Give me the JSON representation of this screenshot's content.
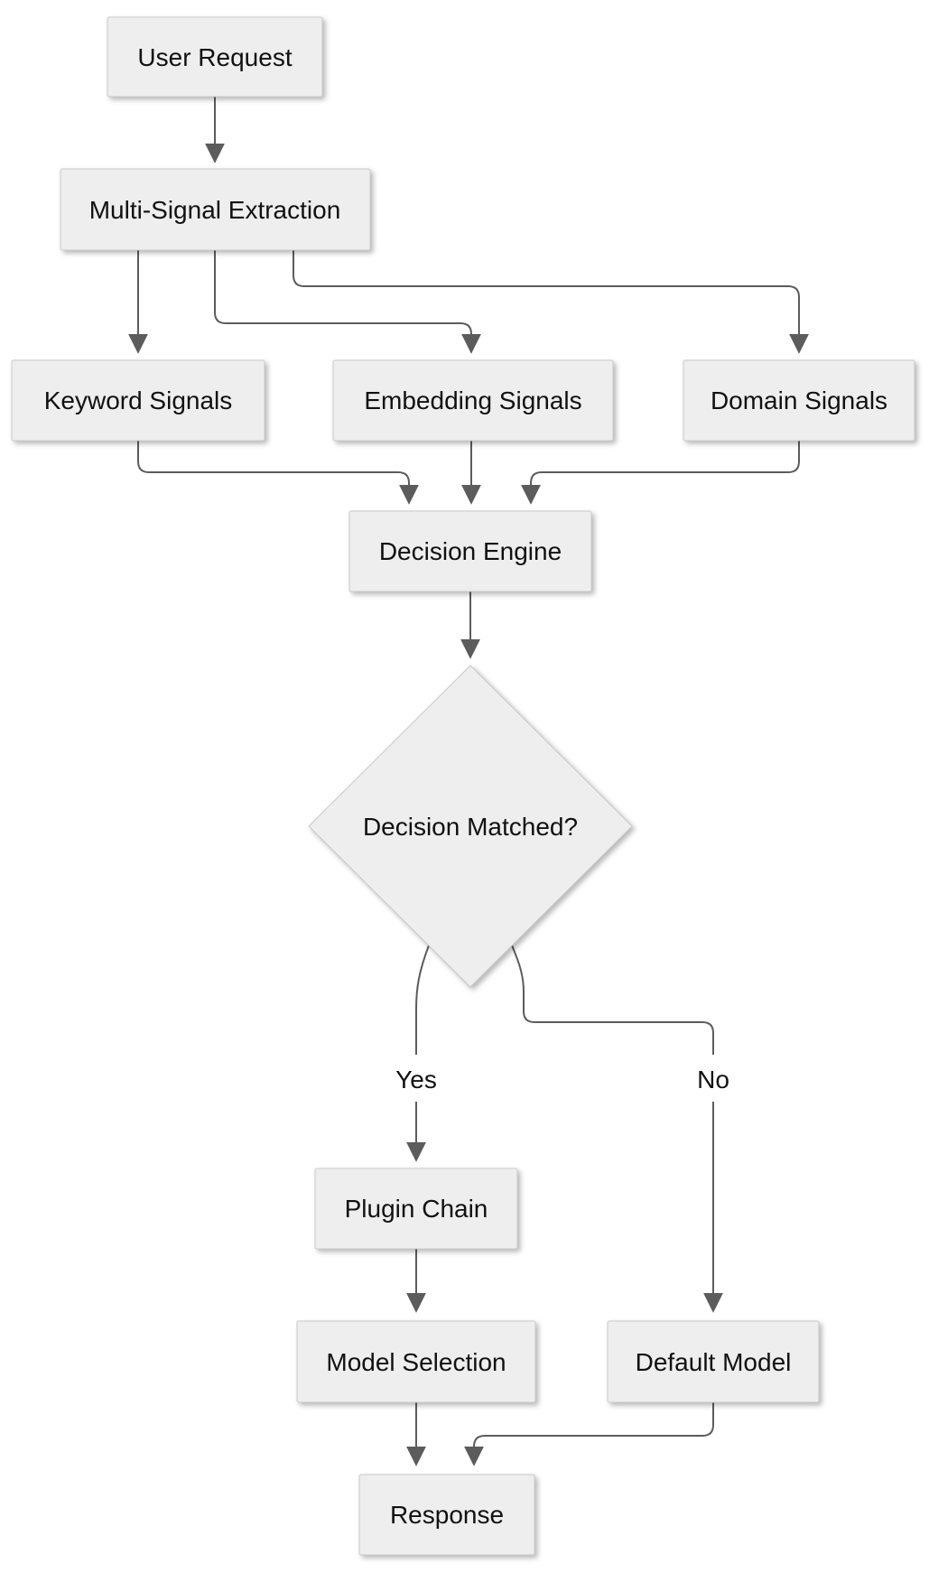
{
  "diagram": {
    "type": "flowchart",
    "direction": "top-down",
    "nodes": [
      {
        "id": "user-request",
        "label": "User Request",
        "shape": "rect"
      },
      {
        "id": "multi-signal-extraction",
        "label": "Multi-Signal Extraction",
        "shape": "rect"
      },
      {
        "id": "keyword-signals",
        "label": "Keyword Signals",
        "shape": "rect"
      },
      {
        "id": "embedding-signals",
        "label": "Embedding Signals",
        "shape": "rect"
      },
      {
        "id": "domain-signals",
        "label": "Domain Signals",
        "shape": "rect"
      },
      {
        "id": "decision-engine",
        "label": "Decision Engine",
        "shape": "rect"
      },
      {
        "id": "decision-matched",
        "label": "Decision Matched?",
        "shape": "diamond"
      },
      {
        "id": "plugin-chain",
        "label": "Plugin Chain",
        "shape": "rect"
      },
      {
        "id": "model-selection",
        "label": "Model Selection",
        "shape": "rect"
      },
      {
        "id": "default-model",
        "label": "Default Model",
        "shape": "rect"
      },
      {
        "id": "response",
        "label": "Response",
        "shape": "rect"
      }
    ],
    "edges": [
      {
        "from": "user-request",
        "to": "multi-signal-extraction",
        "label": ""
      },
      {
        "from": "multi-signal-extraction",
        "to": "keyword-signals",
        "label": ""
      },
      {
        "from": "multi-signal-extraction",
        "to": "embedding-signals",
        "label": ""
      },
      {
        "from": "multi-signal-extraction",
        "to": "domain-signals",
        "label": ""
      },
      {
        "from": "keyword-signals",
        "to": "decision-engine",
        "label": ""
      },
      {
        "from": "embedding-signals",
        "to": "decision-engine",
        "label": ""
      },
      {
        "from": "domain-signals",
        "to": "decision-engine",
        "label": ""
      },
      {
        "from": "decision-engine",
        "to": "decision-matched",
        "label": ""
      },
      {
        "from": "decision-matched",
        "to": "plugin-chain",
        "label": "Yes"
      },
      {
        "from": "decision-matched",
        "to": "default-model",
        "label": "No"
      },
      {
        "from": "plugin-chain",
        "to": "model-selection",
        "label": ""
      },
      {
        "from": "model-selection",
        "to": "response",
        "label": ""
      },
      {
        "from": "default-model",
        "to": "response",
        "label": ""
      }
    ],
    "colors": {
      "background": "#ffffff",
      "node_fill": "#eeeeee",
      "node_border": "#c9c9c9",
      "edge": "#5c5c5c",
      "text": "#111111"
    }
  }
}
